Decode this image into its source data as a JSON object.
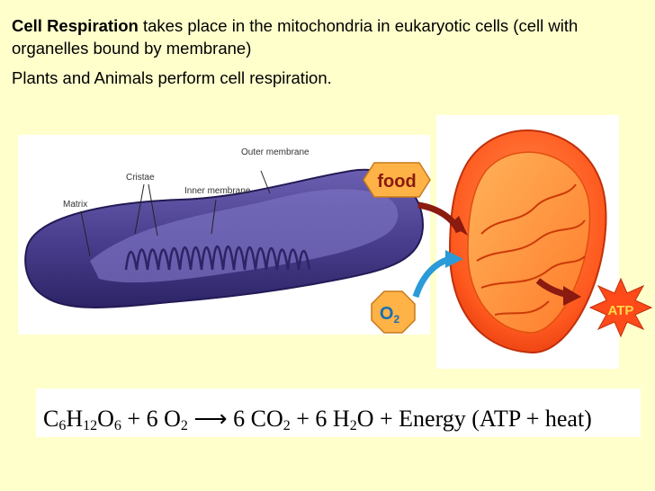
{
  "intro": {
    "bold_term": "Cell Respiration",
    "line1_rest": " takes place in the mitochondria in eukaryotic cells (cell with organelles bound by membrane)",
    "line2": "Plants and Animals perform cell respiration."
  },
  "diagram_left": {
    "outer_membrane": "Outer membrane",
    "cristae": "Cristae",
    "inner_membrane": "Inner membrane",
    "matrix": "Matrix"
  },
  "diagram_right": {
    "food": "food",
    "oxygen": "O",
    "oxygen_sub": "2",
    "atp": "ATP"
  },
  "equation": {
    "glucose": "C",
    "g_sub1": "6",
    "g_h": "H",
    "g_sub2": "12",
    "g_o": "O",
    "g_sub3": "6",
    "plus1": " + 6 O",
    "o_sub": "2",
    "arrow": " ⟶ ",
    "co2": "6 CO",
    "co2_sub": "2",
    "plus2": " + 6 H",
    "h_sub": "2",
    "water_o": "O",
    "rest": " + Energy (ATP + heat)"
  },
  "colors": {
    "background": "#ffffcc",
    "mito_purple": "#4a3f8f",
    "mito_orange": "#ff6a2a",
    "food_badge": "#ffb347",
    "atp_star": "#ff4a1a",
    "arrow_blue": "#2a9ad8",
    "arrow_red": "#8b1a10"
  }
}
